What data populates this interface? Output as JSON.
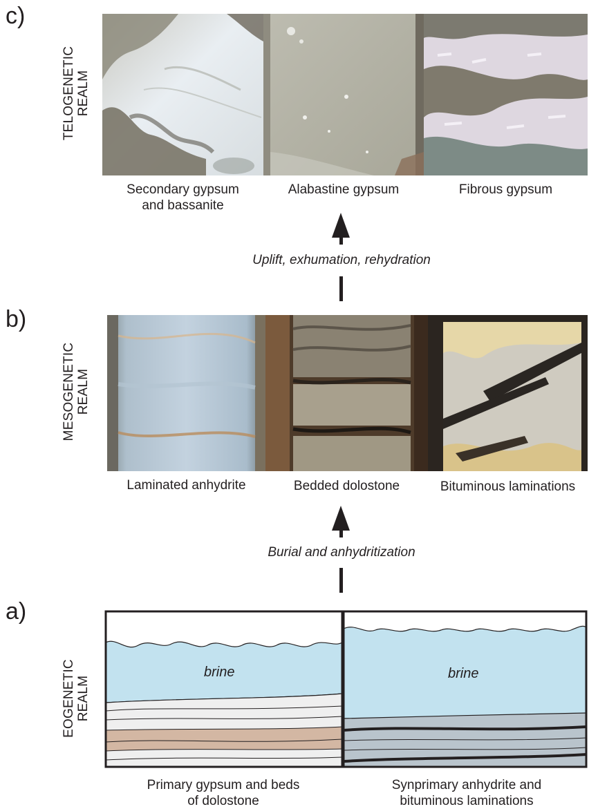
{
  "panels": {
    "c": {
      "letter": "c)",
      "realm": [
        "TELOGENETIC",
        "REALM"
      ],
      "captions": [
        [
          "Secondary gypsum",
          "and bassanite"
        ],
        [
          "Alabastine gypsum"
        ],
        [
          "Fibrous gypsum"
        ]
      ]
    },
    "b": {
      "letter": "b)",
      "realm": [
        "MESOGENETIC",
        "REALM"
      ],
      "captions": [
        [
          "Laminated anhydrite"
        ],
        [
          "Bedded dolostone"
        ],
        [
          "Bituminous laminations"
        ]
      ]
    },
    "a": {
      "letter": "a)",
      "realm": [
        "EOGENETIC",
        "REALM"
      ],
      "brine_left": "brine",
      "brine_right": "brine",
      "captions": [
        [
          "Primary gypsum and beds",
          "of dolostone"
        ],
        [
          "Synprimary anhydrite and",
          "bituminous laminations"
        ]
      ]
    }
  },
  "processes": {
    "upper": "Uplift, exhumation, rehydration",
    "lower": "Burial and anhydritization"
  },
  "colors": {
    "ink": "#231f20",
    "brine": "#c2e2ef",
    "gypsum_bed": "#efefef",
    "dolostone_bed": "#d3b7a3",
    "anhydrite_bed": "#b9c4cc"
  }
}
